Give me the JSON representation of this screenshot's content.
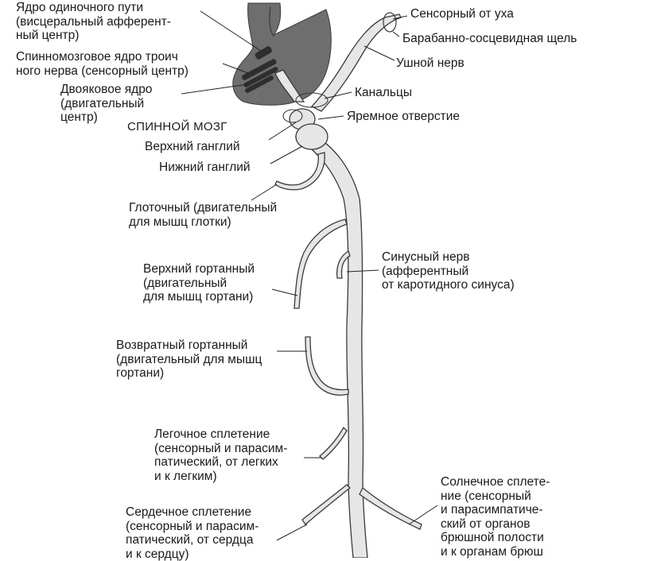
{
  "labels": {
    "solitary_nucleus": [
      "Ядро одиночного пути",
      "(висцеральный афферент-",
      "ный центр)"
    ],
    "trigeminal_nucleus": [
      "Спинномозговое ядро троич",
      "ного нерва (сенсорный центр)"
    ],
    "ambiguus_nucleus": [
      "Двояковое ядро",
      "(двигательный",
      "центр)"
    ],
    "spinal_cord": "СПИННОЙ МОЗГ",
    "superior_ganglion": "Верхний ганглий",
    "inferior_ganglion": "Нижний ганглий",
    "pharyngeal": [
      "Глоточный (двигательный",
      "для мышц глотки)"
    ],
    "superior_laryngeal": [
      "Верхний гортанный",
      "(двигательный",
      "для мышц гортани)"
    ],
    "recurrent_laryngeal": [
      "Возвратный гортанный",
      "(двигательный для мышц",
      "гортани)"
    ],
    "pulmonary_plexus": [
      "Легочное сплетение",
      "(сенсорный и парасим-",
      "патический, от легких",
      "и к легким)"
    ],
    "cardiac_plexus": [
      "Сердечное сплетение",
      "(сенсорный и парасим-",
      "патический, от сердца",
      "и к сердцу)"
    ],
    "sensory_ear": "Сенсорный от уха",
    "tympanomastoid": "Барабанно-сосцевидная щель",
    "auricular_nerve": "Ушной нерв",
    "canaliculi": "Канальцы",
    "jugular_foramen": "Яремное отверстие",
    "sinus_nerve": [
      "Синусный нерв",
      "(афферентный",
      "от каротидного синуса)"
    ],
    "celiac_plexus": [
      "Солнечное сплете-",
      "ние (сенсорный",
      "и парасимпатиче-",
      "ский от органов",
      "брюшной полости",
      "и к органам брюш"
    ]
  },
  "colors": {
    "brainstem": "#6e6e6e",
    "nucleus": "#2e2e2e",
    "nerve_fill": "#e6e6e6",
    "nerve_stroke": "#3a3a3a",
    "leader": "#222222"
  }
}
